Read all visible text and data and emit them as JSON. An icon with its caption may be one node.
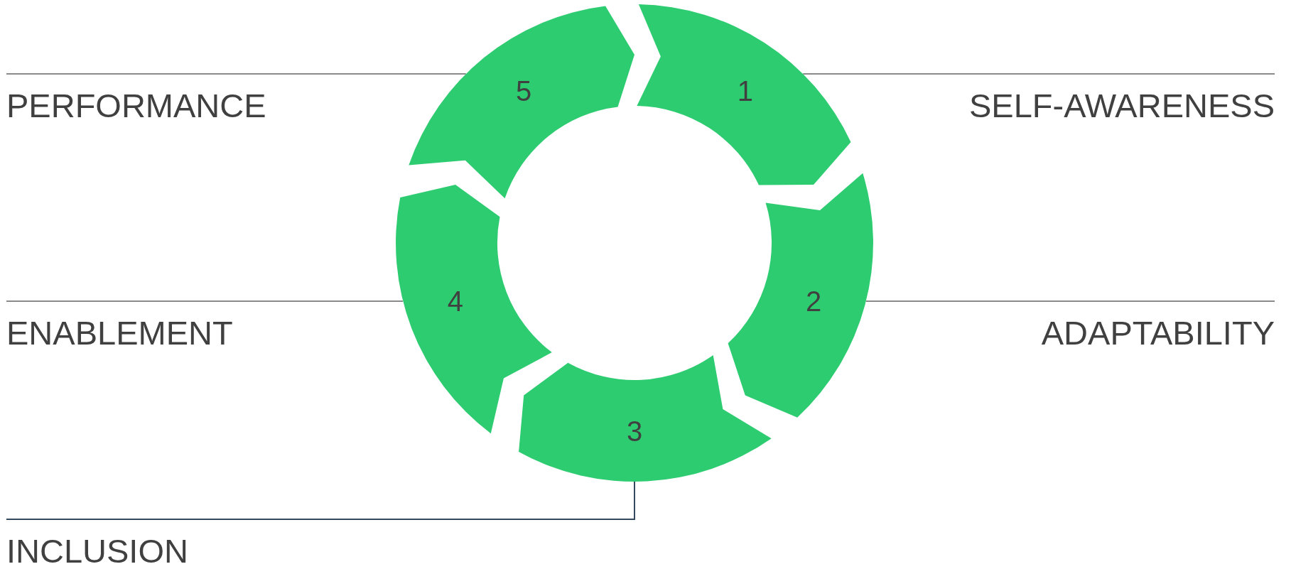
{
  "diagram": {
    "nodes": [
      {
        "text": [
          "1"
        ]
      },
      {
        "text": [
          "2"
        ]
      },
      {
        "text": [
          "3"
        ]
      },
      {
        "text": [
          "4"
        ]
      },
      {
        "text": [
          "5"
        ]
      },
      {
        "text": [
          "PERFORMANCE"
        ]
      },
      {
        "text": [
          "SELF-AWARENESS"
        ]
      },
      {
        "text": [
          "ADAPTABILITY"
        ]
      },
      {
        "text": [
          "ENABLEMENT"
        ]
      },
      {
        "text": [
          "INCLUSION"
        ]
      }
    ],
    "edges": [
      {
        "from": 5,
        "to": 4,
        "arrow": "none"
      },
      {
        "from": 6,
        "to": 0,
        "arrow": "none"
      },
      {
        "from": 7,
        "to": 1,
        "arrow": "none"
      },
      {
        "from": 8,
        "to": 3,
        "arrow": "none"
      },
      {
        "from": 9,
        "to": 2,
        "arrow": "none",
        "color": "#34495e"
      }
    ]
  }
}
